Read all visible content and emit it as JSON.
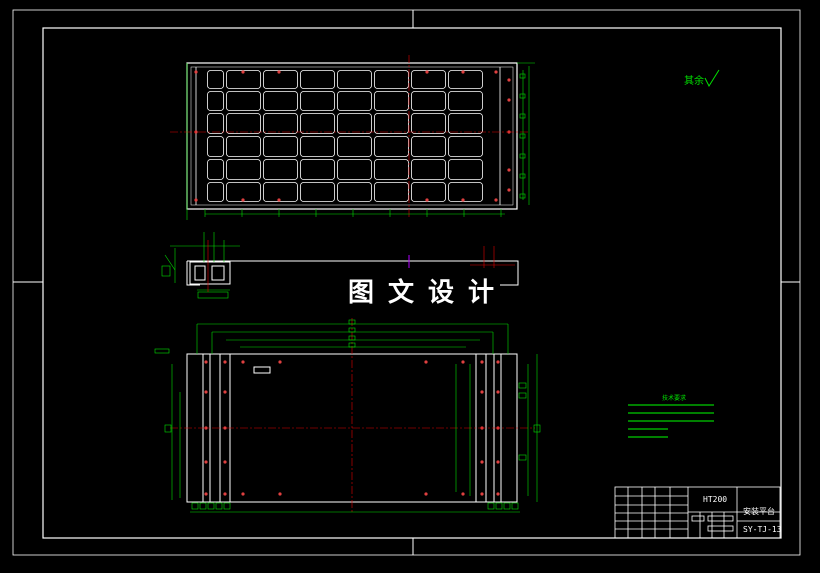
{
  "watermark": "图文设计",
  "title_block": {
    "material": "HT200",
    "part_name": "安装平台",
    "drawing_code": "SY-TJ-13"
  },
  "roughness_note": "其余",
  "tech_notes_title": "技术要求",
  "colors": {
    "background": "#000000",
    "outline": "#ffffff",
    "dimension": "#00e000",
    "centerline": "#e00000",
    "accent": "#b000ff"
  }
}
